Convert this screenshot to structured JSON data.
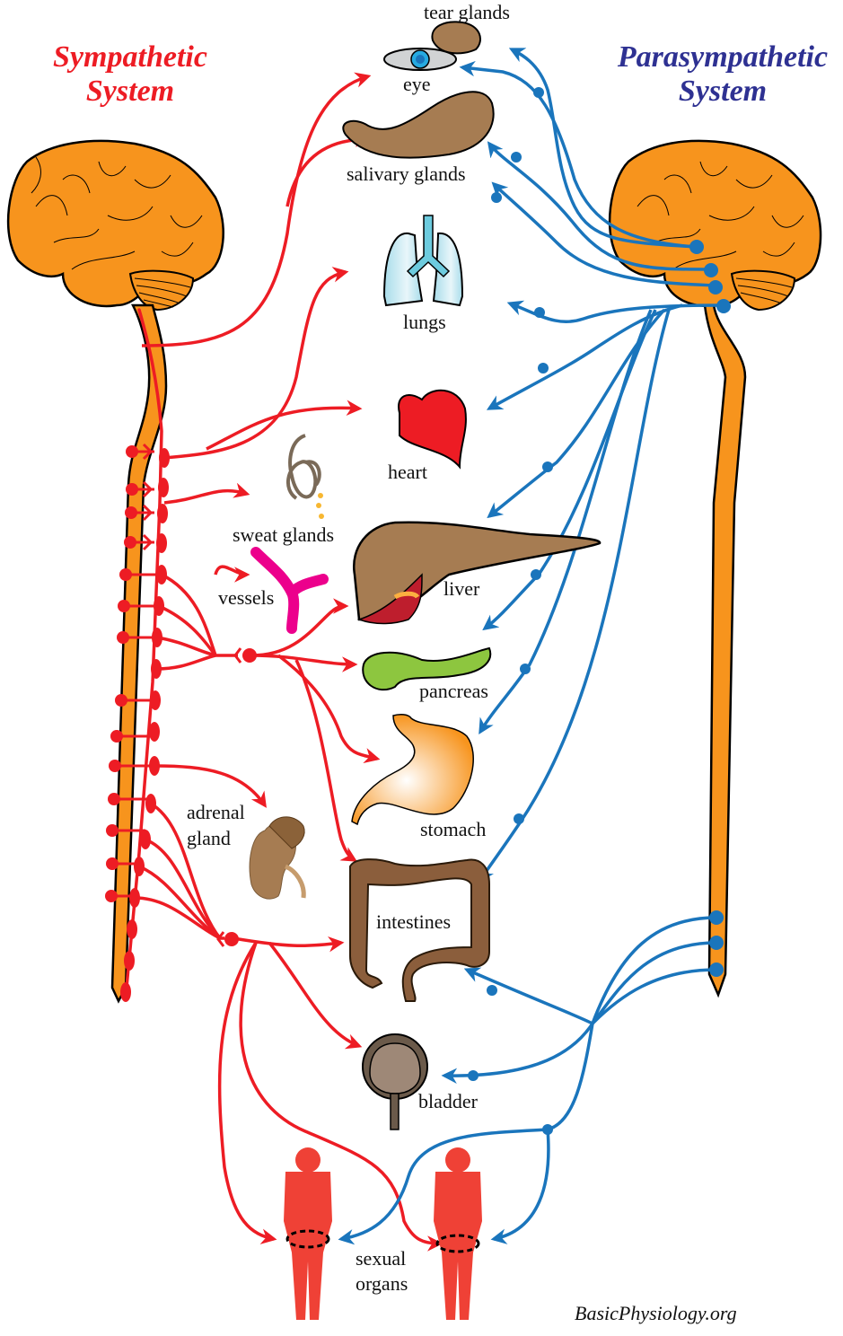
{
  "titles": {
    "sympathetic": [
      "Sympathetic",
      "System"
    ],
    "parasympathetic": [
      "Parasympathetic",
      "System"
    ]
  },
  "colors": {
    "sympathetic": "#ed1c24",
    "parasympathetic": "#1a75bc",
    "parasympathetic_title": "#2e3192",
    "brain_spine": "#f7941d",
    "outline": "#000000"
  },
  "organs": [
    {
      "id": "tear-glands",
      "label": "tear glands"
    },
    {
      "id": "eye",
      "label": "eye"
    },
    {
      "id": "salivary-glands",
      "label": "salivary glands"
    },
    {
      "id": "lungs",
      "label": "lungs"
    },
    {
      "id": "heart",
      "label": "heart"
    },
    {
      "id": "sweat-glands",
      "label": "sweat glands"
    },
    {
      "id": "vessels",
      "label": "vessels"
    },
    {
      "id": "liver",
      "label": "liver"
    },
    {
      "id": "pancreas",
      "label": "pancreas"
    },
    {
      "id": "stomach",
      "label": "stomach"
    },
    {
      "id": "adrenal-gland",
      "label": "adrenal gland",
      "lines": [
        "adrenal",
        "gland"
      ]
    },
    {
      "id": "intestines",
      "label": "intestines"
    },
    {
      "id": "bladder",
      "label": "bladder"
    },
    {
      "id": "sexual-organs",
      "label": "sexual organs",
      "lines": [
        "sexual",
        "organs"
      ]
    }
  ],
  "credit": "BasicPhysiology.org"
}
